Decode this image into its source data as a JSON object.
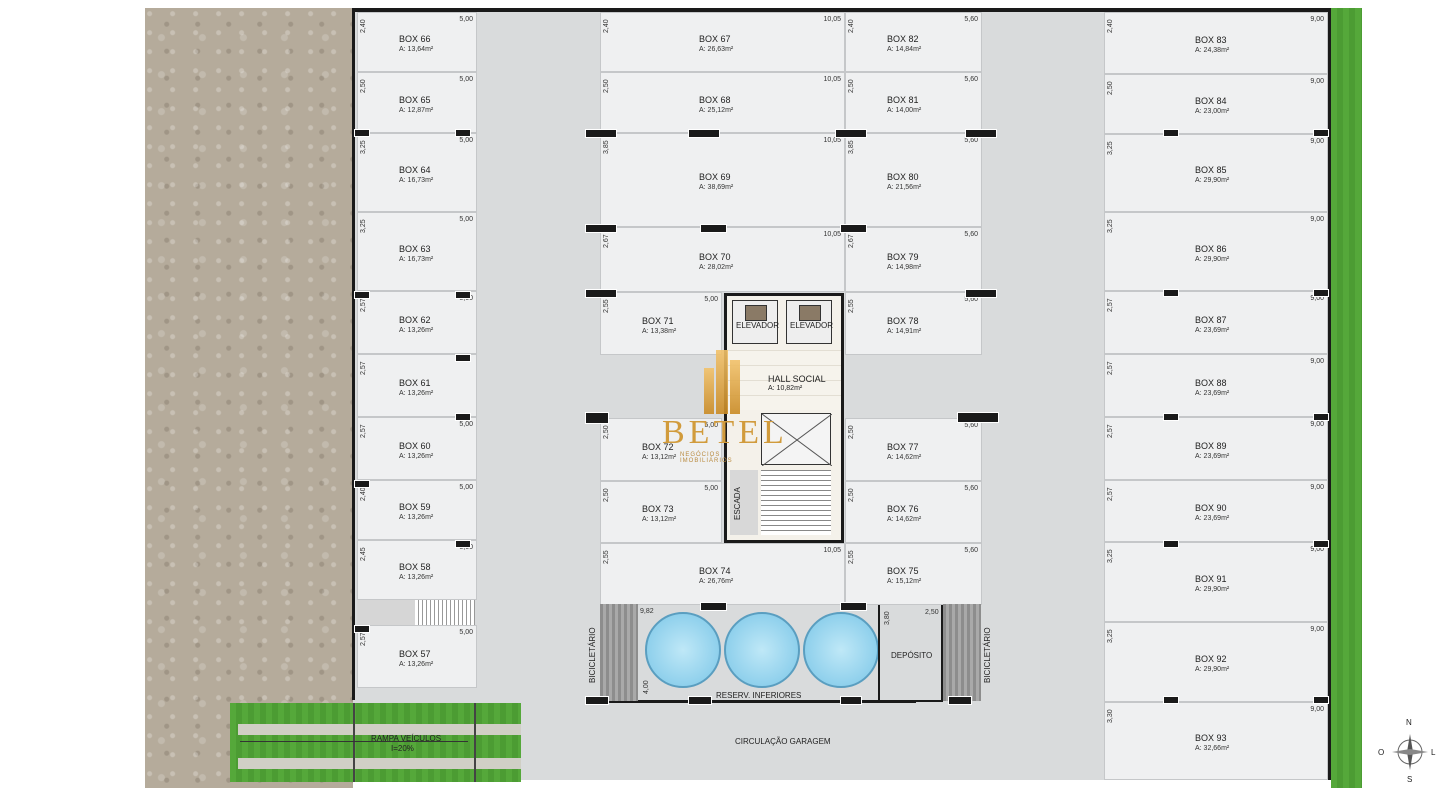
{
  "garage": {
    "circulation_label": "CIRCULAÇÃO GARAGEM",
    "ramp_label": "RAMPA VEÍCULOS",
    "ramp_slope": "I=20%",
    "reservoir_label": "RESERV. INFERIORES",
    "reservoir_dim": "4,00",
    "deposit_label": "DEPÓSITO",
    "deposit_dims": [
      "3,80",
      "2,50"
    ],
    "bike_left_label": "BICICLETÁRIO",
    "bike_right_label": "BICICLETÁRIO",
    "bike_left_dim": "9,82",
    "hall_label": "HALL SOCIAL",
    "hall_area": "A: 10,82m²",
    "elevator_labels": [
      "ELEVADOR",
      "ELEVADOR"
    ],
    "stair_label": "ESCADA"
  },
  "logo": {
    "name": "BETEL",
    "tagline": "NEGÓCIOS IMOBILIÁRIOS"
  },
  "compass": {
    "n": "N",
    "s": "S",
    "l": "L",
    "o": "O"
  },
  "boxes": [
    {
      "name": "BOX 66",
      "area": "A: 13,64m²",
      "width": "5,00",
      "depth": "2,40"
    },
    {
      "name": "BOX 65",
      "area": "A: 12,87m²",
      "width": "5,00",
      "depth": "2,50"
    },
    {
      "name": "BOX 64",
      "area": "A: 16,73m²",
      "width": "5,00",
      "depth": "3,25"
    },
    {
      "name": "BOX 63",
      "area": "A: 16,73m²",
      "width": "5,00",
      "depth": "3,25"
    },
    {
      "name": "BOX 62",
      "area": "A: 13,26m²",
      "width": "5,00",
      "depth": "2,57"
    },
    {
      "name": "BOX 61",
      "area": "A: 13,26m²",
      "width": "",
      "depth": "2,57"
    },
    {
      "name": "BOX 60",
      "area": "A: 13,26m²",
      "width": "5,00",
      "depth": "2,57"
    },
    {
      "name": "BOX 59",
      "area": "A: 13,26m²",
      "width": "5,00",
      "depth": "2,40"
    },
    {
      "name": "BOX 58",
      "area": "A: 13,26m²",
      "width": "5,00",
      "depth": "2,45"
    },
    {
      "name": "BOX 57",
      "area": "A: 13,26m²",
      "width": "5,00",
      "depth": "2,57"
    },
    {
      "name": "BOX 67",
      "area": "A: 26,63m²",
      "width": "10,05",
      "depth": "2,40"
    },
    {
      "name": "BOX 68",
      "area": "A: 25,12m²",
      "width": "10,05",
      "depth": "2,50"
    },
    {
      "name": "BOX 69",
      "area": "A: 38,69m²",
      "width": "10,05",
      "depth": "3,85"
    },
    {
      "name": "BOX 70",
      "area": "A: 28,02m²",
      "width": "10,05",
      "depth": "2,67"
    },
    {
      "name": "BOX 71",
      "area": "A: 13,38m²",
      "width": "5,00",
      "depth": "2,55"
    },
    {
      "name": "BOX 72",
      "area": "A: 13,12m²",
      "width": "5,00",
      "depth": "2,50"
    },
    {
      "name": "BOX 73",
      "area": "A: 13,12m²",
      "width": "5,00",
      "depth": "2,50"
    },
    {
      "name": "BOX 74",
      "area": "A: 26,76m²",
      "width": "10,05",
      "depth": "2,55"
    },
    {
      "name": "BOX 82",
      "area": "A: 14,84m²",
      "width": "5,60",
      "depth": "2,40"
    },
    {
      "name": "BOX 81",
      "area": "A: 14,00m²",
      "width": "5,60",
      "depth": "2,50"
    },
    {
      "name": "BOX 80",
      "area": "A: 21,56m²",
      "width": "5,60",
      "depth": "3,85"
    },
    {
      "name": "BOX 79",
      "area": "A: 14,98m²",
      "width": "5,60",
      "depth": "2,67"
    },
    {
      "name": "BOX 78",
      "area": "A: 14,91m²",
      "width": "5,60",
      "depth": "2,55"
    },
    {
      "name": "BOX 77",
      "area": "A: 14,62m²",
      "width": "5,60",
      "depth": "2,50"
    },
    {
      "name": "BOX 76",
      "area": "A: 14,62m²",
      "width": "5,60",
      "depth": "2,50"
    },
    {
      "name": "BOX 75",
      "area": "A: 15,12m²",
      "width": "5,60",
      "depth": "2,55"
    },
    {
      "name": "BOX 83",
      "area": "A: 24,38m²",
      "width": "9,00",
      "depth": "2,40"
    },
    {
      "name": "BOX 84",
      "area": "A: 23,00m²",
      "width": "9,00",
      "depth": "2,50"
    },
    {
      "name": "BOX 85",
      "area": "A: 29,90m²",
      "width": "9,00",
      "depth": "3,25"
    },
    {
      "name": "BOX 86",
      "area": "A: 29,90m²",
      "width": "9,00",
      "depth": "3,25"
    },
    {
      "name": "BOX 87",
      "area": "A: 23,69m²",
      "width": "9,00",
      "depth": "2,57"
    },
    {
      "name": "BOX 88",
      "area": "A: 23,69m²",
      "width": "9,00",
      "depth": "2,57"
    },
    {
      "name": "BOX 89",
      "area": "A: 23,69m²",
      "width": "9,00",
      "depth": "2,57"
    },
    {
      "name": "BOX 90",
      "area": "A: 23,69m²",
      "width": "9,00",
      "depth": "2,57"
    },
    {
      "name": "BOX 91",
      "area": "A: 29,90m²",
      "width": "9,00",
      "depth": "3,25"
    },
    {
      "name": "BOX 92",
      "area": "A: 29,90m²",
      "width": "9,00",
      "depth": "3,25"
    },
    {
      "name": "BOX 93",
      "area": "A: 32,66m²",
      "width": "9,00",
      "depth": "3,30"
    }
  ]
}
